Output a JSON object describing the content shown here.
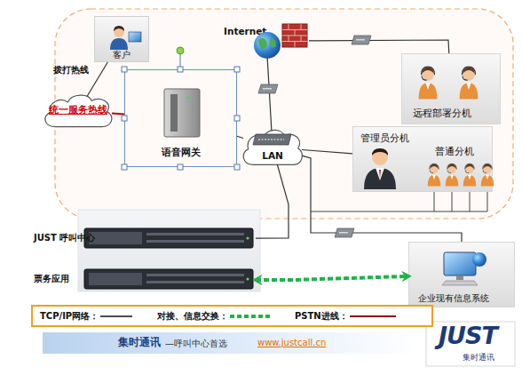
{
  "diagram": {
    "nodes": [
      {
        "text": [
          "客户"
        ]
      },
      {
        "text": [
          "统一服务热线"
        ]
      },
      {
        "text": [
          "语音网关"
        ]
      },
      {
        "text": [
          "Internet"
        ]
      },
      {
        "text": [
          "LAN"
        ]
      },
      {
        "text": [
          "远程部署分机"
        ]
      },
      {
        "text": [
          "管理员分机",
          "普通分机"
        ]
      },
      {
        "text": [
          "JUST 呼叫中心"
        ]
      },
      {
        "text": [
          "票务应用"
        ]
      },
      {
        "text": [
          "企业现有信息系统"
        ]
      }
    ],
    "edges": [
      {
        "from": 0,
        "to": 1,
        "label": "拨打热线",
        "arrow": "none"
      },
      {
        "from": 1,
        "to": 2,
        "arrow": "none"
      },
      {
        "from": 2,
        "to": 4,
        "arrow": "none"
      },
      {
        "from": 4,
        "to": 3,
        "arrow": "none"
      },
      {
        "from": 3,
        "to": 5,
        "arrow": "none"
      },
      {
        "from": 4,
        "to": 6,
        "arrow": "none"
      },
      {
        "from": 4,
        "to": 7,
        "arrow": "none"
      },
      {
        "from": 4,
        "to": 9,
        "arrow": "none"
      },
      {
        "from": 8,
        "to": 9,
        "arrow": "both"
      }
    ],
    "labels": [
      "集时通讯",
      "—呼叫中心首选",
      "www.justcall.cn",
      "JUST",
      "集时通讯"
    ],
    "legend": [
      {
        "text": "TCP/IP网络："
      },
      {
        "text": "对接、信息交换："
      },
      {
        "text": "PSTN进线："
      }
    ]
  }
}
